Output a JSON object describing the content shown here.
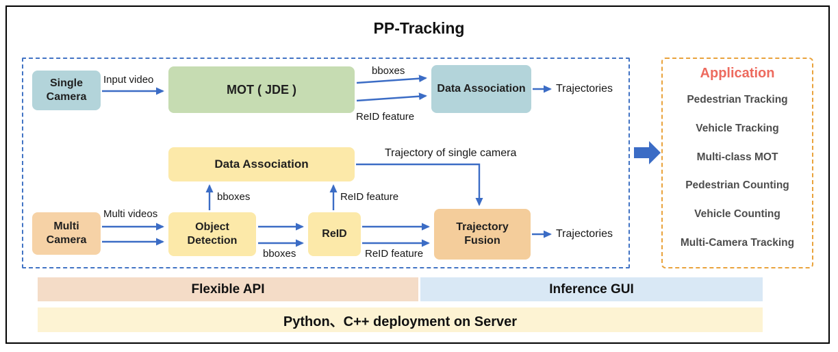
{
  "title": "PP-Tracking",
  "pipeline": {
    "single_camera": "Single Camera",
    "mot": "MOT ( JDE )",
    "data_association_top": "Data Association",
    "data_association_mid": "Data Association",
    "multi_camera": "Multi Camera",
    "object_detection": "Object Detection",
    "reid": "ReID",
    "trajectory_fusion": "Trajectory Fusion"
  },
  "labels": {
    "input_video": "Input video",
    "bboxes_top": "bboxes",
    "reid_feature_top": "ReID  feature",
    "trajectories_top": "Trajectories",
    "trajectory_single": "Trajectory of single camera",
    "multi_videos": "Multi videos",
    "bboxes_up": "bboxes",
    "reid_feature_up": "ReID  feature",
    "bboxes_bottom": "bboxes",
    "reid_feature_bottom": "ReID  feature",
    "trajectories_bottom": "Trajectories"
  },
  "application": {
    "title": "Application",
    "items": [
      "Pedestrian Tracking",
      "Vehicle Tracking",
      "Multi-class MOT",
      "Pedestrian Counting",
      "Vehicle Counting",
      "Multi-Camera Tracking"
    ]
  },
  "footer": {
    "flexible_api": "Flexible API",
    "inference_gui": "Inference GUI",
    "deployment": "Python、C++ deployment on Server"
  },
  "colors": {
    "arrow_blue": "#3b6cc5",
    "pipeline_border": "#4173c4",
    "application_border": "#e9a23b",
    "application_title": "#ed6a5e",
    "teal_node": "#b3d4da",
    "green_node": "#c6dcb2",
    "yellow_node": "#fce9a9",
    "apricot_node": "#f6d2a6",
    "orange_node": "#f4cd9b",
    "flexible_api_bar": "#f4dcc7",
    "inference_gui_bar": "#d9e8f5",
    "deployment_bar": "#fdf3d3"
  }
}
